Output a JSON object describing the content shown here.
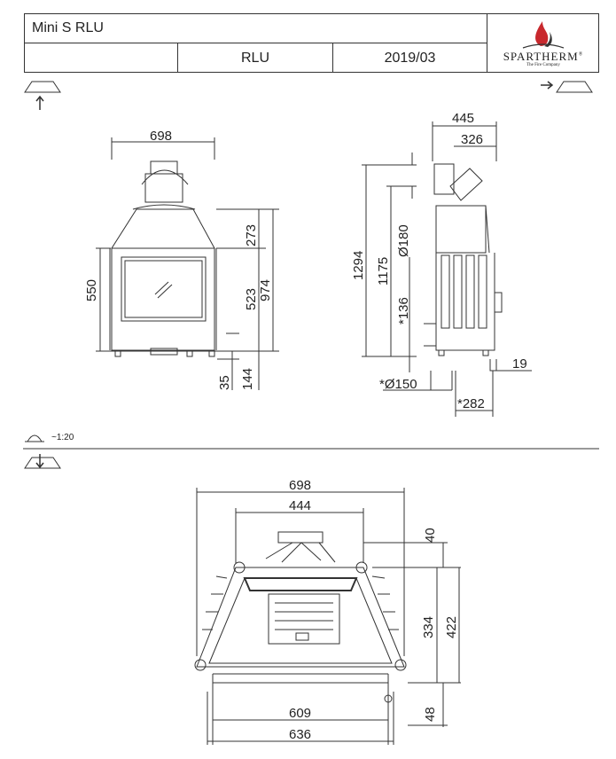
{
  "header": {
    "title": "Mini S RLU",
    "cell_1": "",
    "cell_2": "RLU",
    "cell_3": "2019/03",
    "brand": "SPARTHERM",
    "brand_mark": "®",
    "tagline": "The Fire Company"
  },
  "scale_label": "~1:20",
  "front_view": {
    "width_top": "698",
    "height_left": "550",
    "d273": "273",
    "d523": "523",
    "d974": "974",
    "d35": "35",
    "d144": "144"
  },
  "side_view": {
    "d445": "445",
    "d326": "326",
    "d1294": "1294",
    "d1175": "1175",
    "d180": "Ø180",
    "d136": "*136",
    "d19": "19",
    "d150": "*Ø150",
    "d282": "*282"
  },
  "top_view": {
    "d698": "698",
    "d444": "444",
    "d40": "40",
    "d334": "334",
    "d422": "422",
    "d609": "609",
    "d636": "636",
    "d48": "48"
  }
}
